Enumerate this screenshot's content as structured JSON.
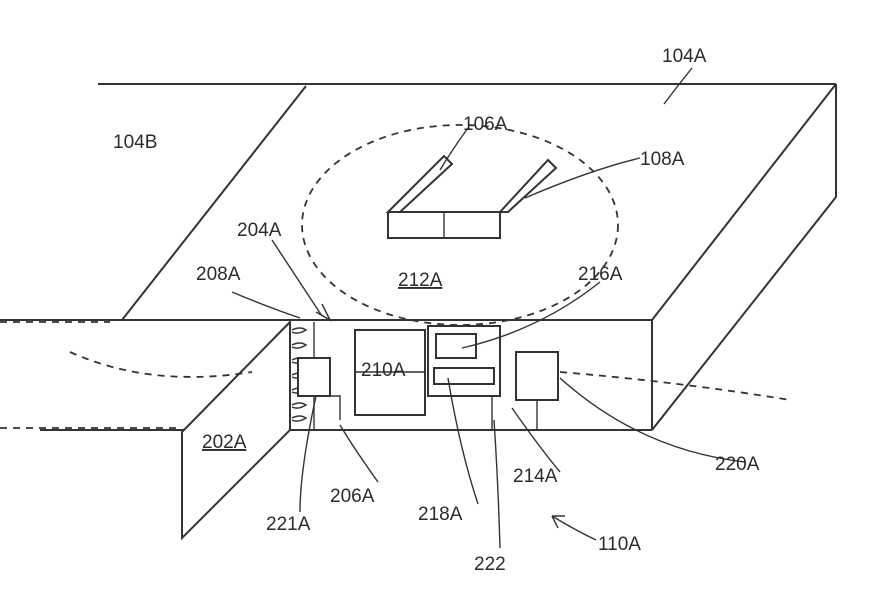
{
  "figure": {
    "labels": {
      "l104A": "104A",
      "l104B": "104B",
      "l106A": "106A",
      "l108A": "108A",
      "l204A": "204A",
      "l208A": "208A",
      "l212A": "212A",
      "l216A": "216A",
      "l210A": "210A",
      "l202A": "202A",
      "l220A": "220A",
      "l214A": "214A",
      "l206A": "206A",
      "l218A": "218A",
      "l221A": "221A",
      "l222": "222",
      "l110A": "110A"
    }
  }
}
